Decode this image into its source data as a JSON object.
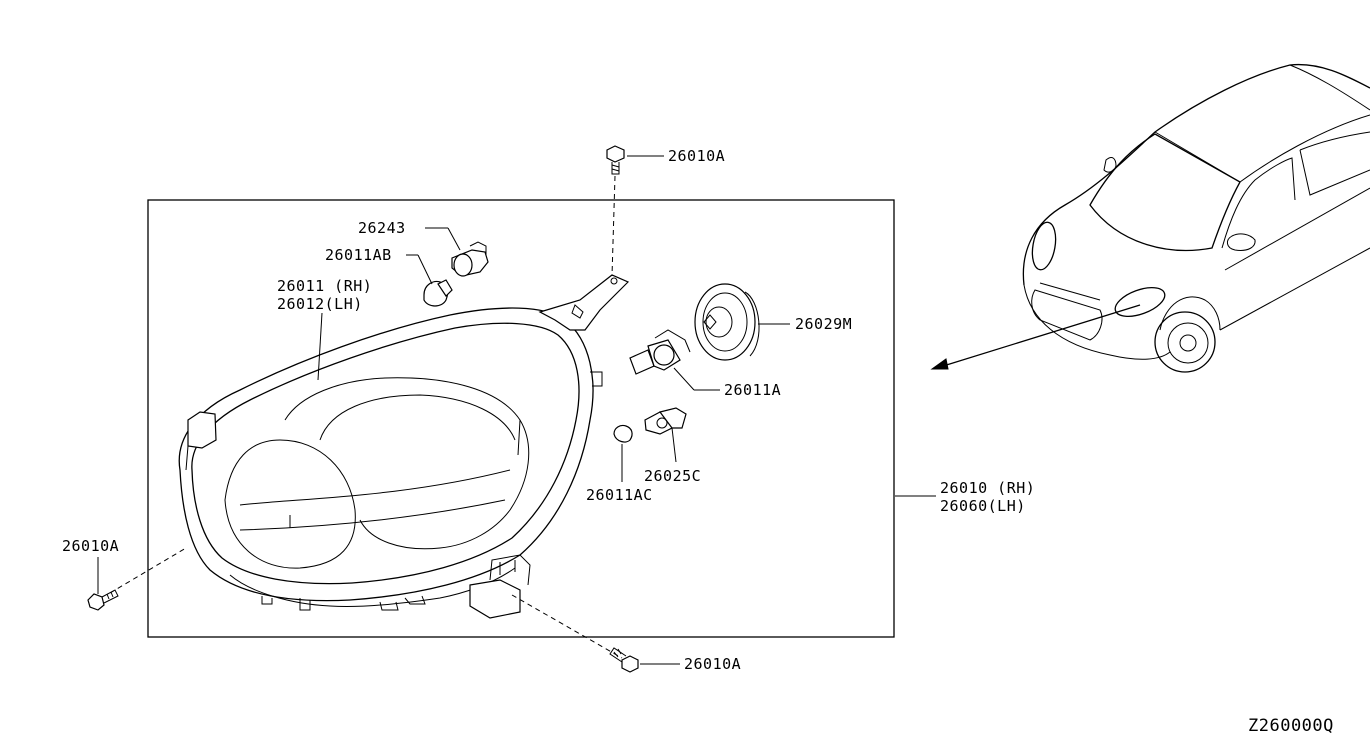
{
  "callouts": {
    "bolt_top": "26010A",
    "bulb_socket_small": "26243",
    "bulb_small": "26011AB",
    "lamp_unit_rh": "26011 (RH)",
    "lamp_unit_lh": "26012(LH)",
    "cap": "26029M",
    "bulb_main": "26011A",
    "socket_side": "26025C",
    "bulb_side": "26011AC",
    "assy_rh": "26010 (RH)",
    "assy_lh": "26060(LH)",
    "bolt_left": "26010A",
    "bolt_bottom": "26010A"
  },
  "diagram_code": "Z260000Q"
}
